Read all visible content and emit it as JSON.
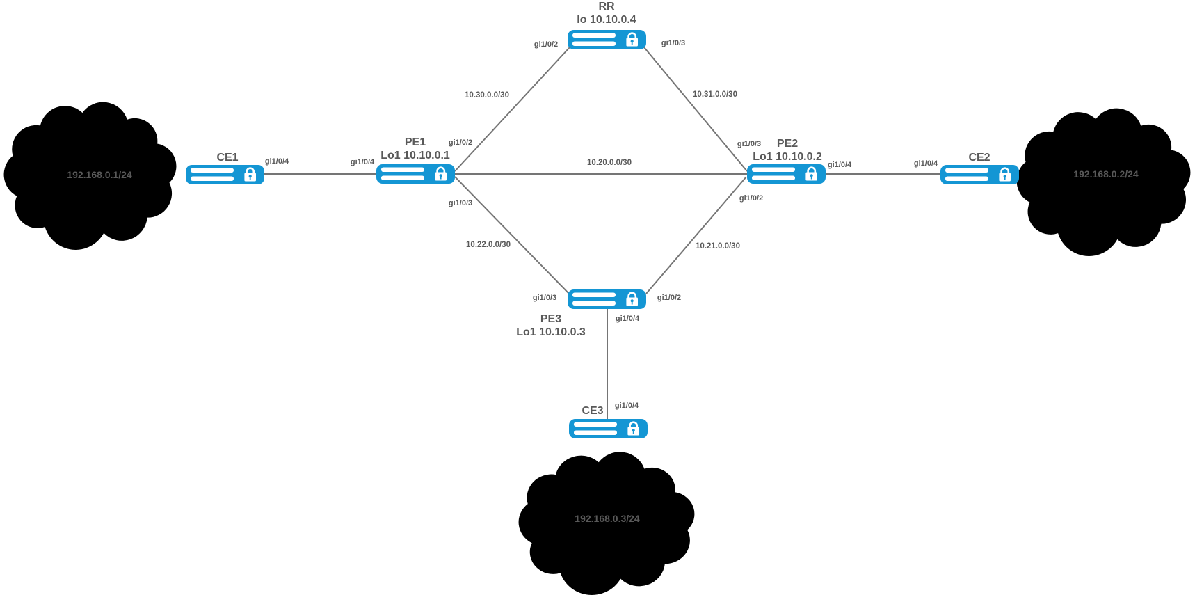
{
  "colors": {
    "router": "#1496D4",
    "link": "#757575",
    "cloud_stroke": "#7F7F7F",
    "text": "#595959"
  },
  "nodes": {
    "rr": {
      "name": "RR",
      "loopback": "lo 10.10.0.4"
    },
    "pe1": {
      "name": "PE1",
      "loopback": "Lo1 10.10.0.1"
    },
    "pe2": {
      "name": "PE2",
      "loopback": "Lo1 10.10.0.2"
    },
    "pe3": {
      "name": "PE3",
      "loopback": "Lo1 10.10.0.3"
    },
    "ce1": {
      "name": "CE1"
    },
    "ce2": {
      "name": "CE2"
    },
    "ce3": {
      "name": "CE3"
    }
  },
  "clouds": {
    "left": {
      "label": "192.168.0.1/24"
    },
    "right": {
      "label": "192.168.0.2/24"
    },
    "bottom": {
      "label": "192.168.0.3/24"
    }
  },
  "subnets": {
    "pe1_rr": "10.30.0.0/30",
    "rr_pe2": "10.31.0.0/30",
    "pe1_pe2": "10.20.0.0/30",
    "pe1_pe3": "10.22.0.0/30",
    "pe2_pe3": "10.21.0.0/30"
  },
  "interfaces": {
    "rr_to_pe1": "gi1/0/2",
    "rr_to_pe2": "gi1/0/3",
    "pe1_to_rr": "gi1/0/2",
    "pe1_to_ce1": "gi1/0/4",
    "pe1_to_pe3": "gi1/0/3",
    "pe2_to_rr": "gi1/0/3",
    "pe2_to_ce2": "gi1/0/4",
    "pe2_to_pe3": "gi1/0/2",
    "pe3_to_pe1": "gi1/0/3",
    "pe3_to_pe2": "gi1/0/2",
    "pe3_to_ce3": "gi1/0/4",
    "ce1_to_pe1": "gi1/0/4",
    "ce2_to_pe2": "gi1/0/4",
    "ce3_to_pe3": "gi1/0/4"
  }
}
